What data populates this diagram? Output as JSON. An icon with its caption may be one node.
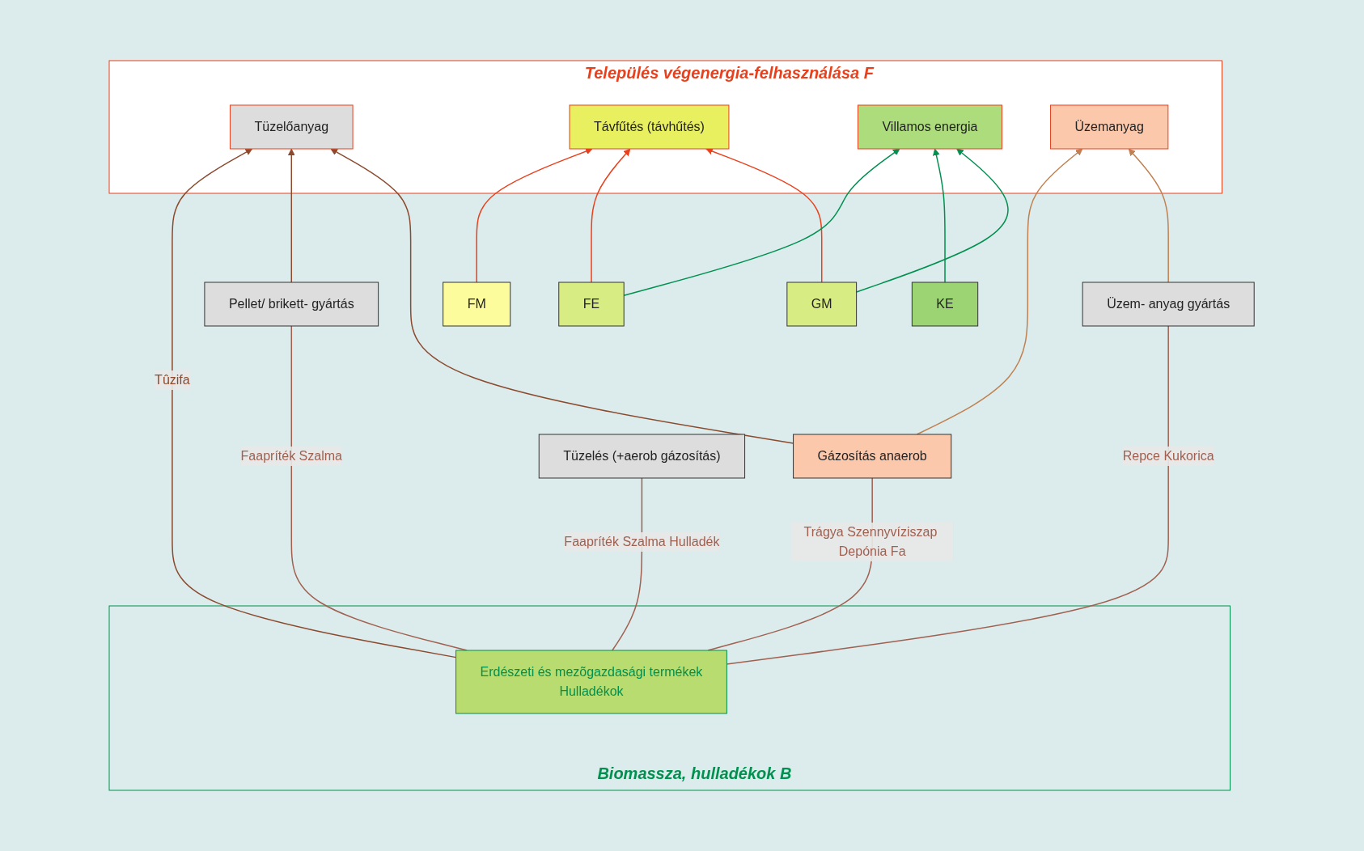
{
  "diagram": {
    "nodes": [
      {
        "text": [
          "Település végenergia-felhasználása F"
        ]
      },
      {
        "text": [
          "Tüzelőanyag"
        ],
        "in": 0
      },
      {
        "text": [
          "Távfűtés (távhűtés)"
        ],
        "in": 0
      },
      {
        "text": [
          "Villamos energia"
        ],
        "in": 0
      },
      {
        "text": [
          "Üzemanyag"
        ],
        "in": 0
      },
      {
        "text": [
          "Pellet/ brikett- gyártás"
        ]
      },
      {
        "text": [
          "FM"
        ]
      },
      {
        "text": [
          "FE"
        ]
      },
      {
        "text": [
          "KE"
        ]
      },
      {
        "text": [
          "GM"
        ]
      },
      {
        "text": [
          "Tüzelés (+aerob gázosítás)"
        ]
      },
      {
        "text": [
          "Gázosítás anaerob"
        ]
      },
      {
        "text": [
          "Üzem- anyag gyártás"
        ]
      },
      {
        "text": [
          "Biomassza, hulladékok B"
        ]
      },
      {
        "text": [
          "Erdészeti és mezõgazdasági termékek",
          "Hulladékok"
        ],
        "in": 13
      }
    ],
    "edges": [
      {
        "from": 14,
        "to": 1,
        "arrow": "to",
        "label": "Tûzifa",
        "color": "#8b4a2e"
      },
      {
        "from": 5,
        "to": 1,
        "arrow": "to",
        "color": "#8b4a2e"
      },
      {
        "from": 11,
        "to": 1,
        "arrow": "to",
        "color": "#8b4a2e"
      },
      {
        "from": 6,
        "to": 2,
        "arrow": "to",
        "color": "#e8401c"
      },
      {
        "from": 7,
        "to": 2,
        "arrow": "to",
        "color": "#e8401c"
      },
      {
        "from": 9,
        "to": 2,
        "arrow": "to",
        "color": "#e8401c"
      },
      {
        "from": 7,
        "to": 3,
        "arrow": "to",
        "color": "#009050"
      },
      {
        "from": 8,
        "to": 3,
        "arrow": "to",
        "color": "#009050"
      },
      {
        "from": 9,
        "to": 3,
        "arrow": "to",
        "color": "#009050"
      },
      {
        "from": 11,
        "to": 4,
        "arrow": "to",
        "color": "#c08050"
      },
      {
        "from": 12,
        "to": 4,
        "arrow": "to",
        "color": "#c08050"
      },
      {
        "from": 14,
        "to": 5,
        "arrow": "none",
        "label": "Faapríték Szalma",
        "color": "#a06050"
      },
      {
        "from": 14,
        "to": 10,
        "arrow": "none",
        "label": "Faapríték Szalma Hulladék",
        "color": "#a06050"
      },
      {
        "from": 14,
        "to": 11,
        "arrow": "none",
        "label": "Trágya Szennyvíziszap Depónia Fa",
        "color": "#a06050"
      },
      {
        "from": 14,
        "to": 12,
        "arrow": "none",
        "label": "Repce Kukorica",
        "color": "#a06050"
      }
    ]
  }
}
